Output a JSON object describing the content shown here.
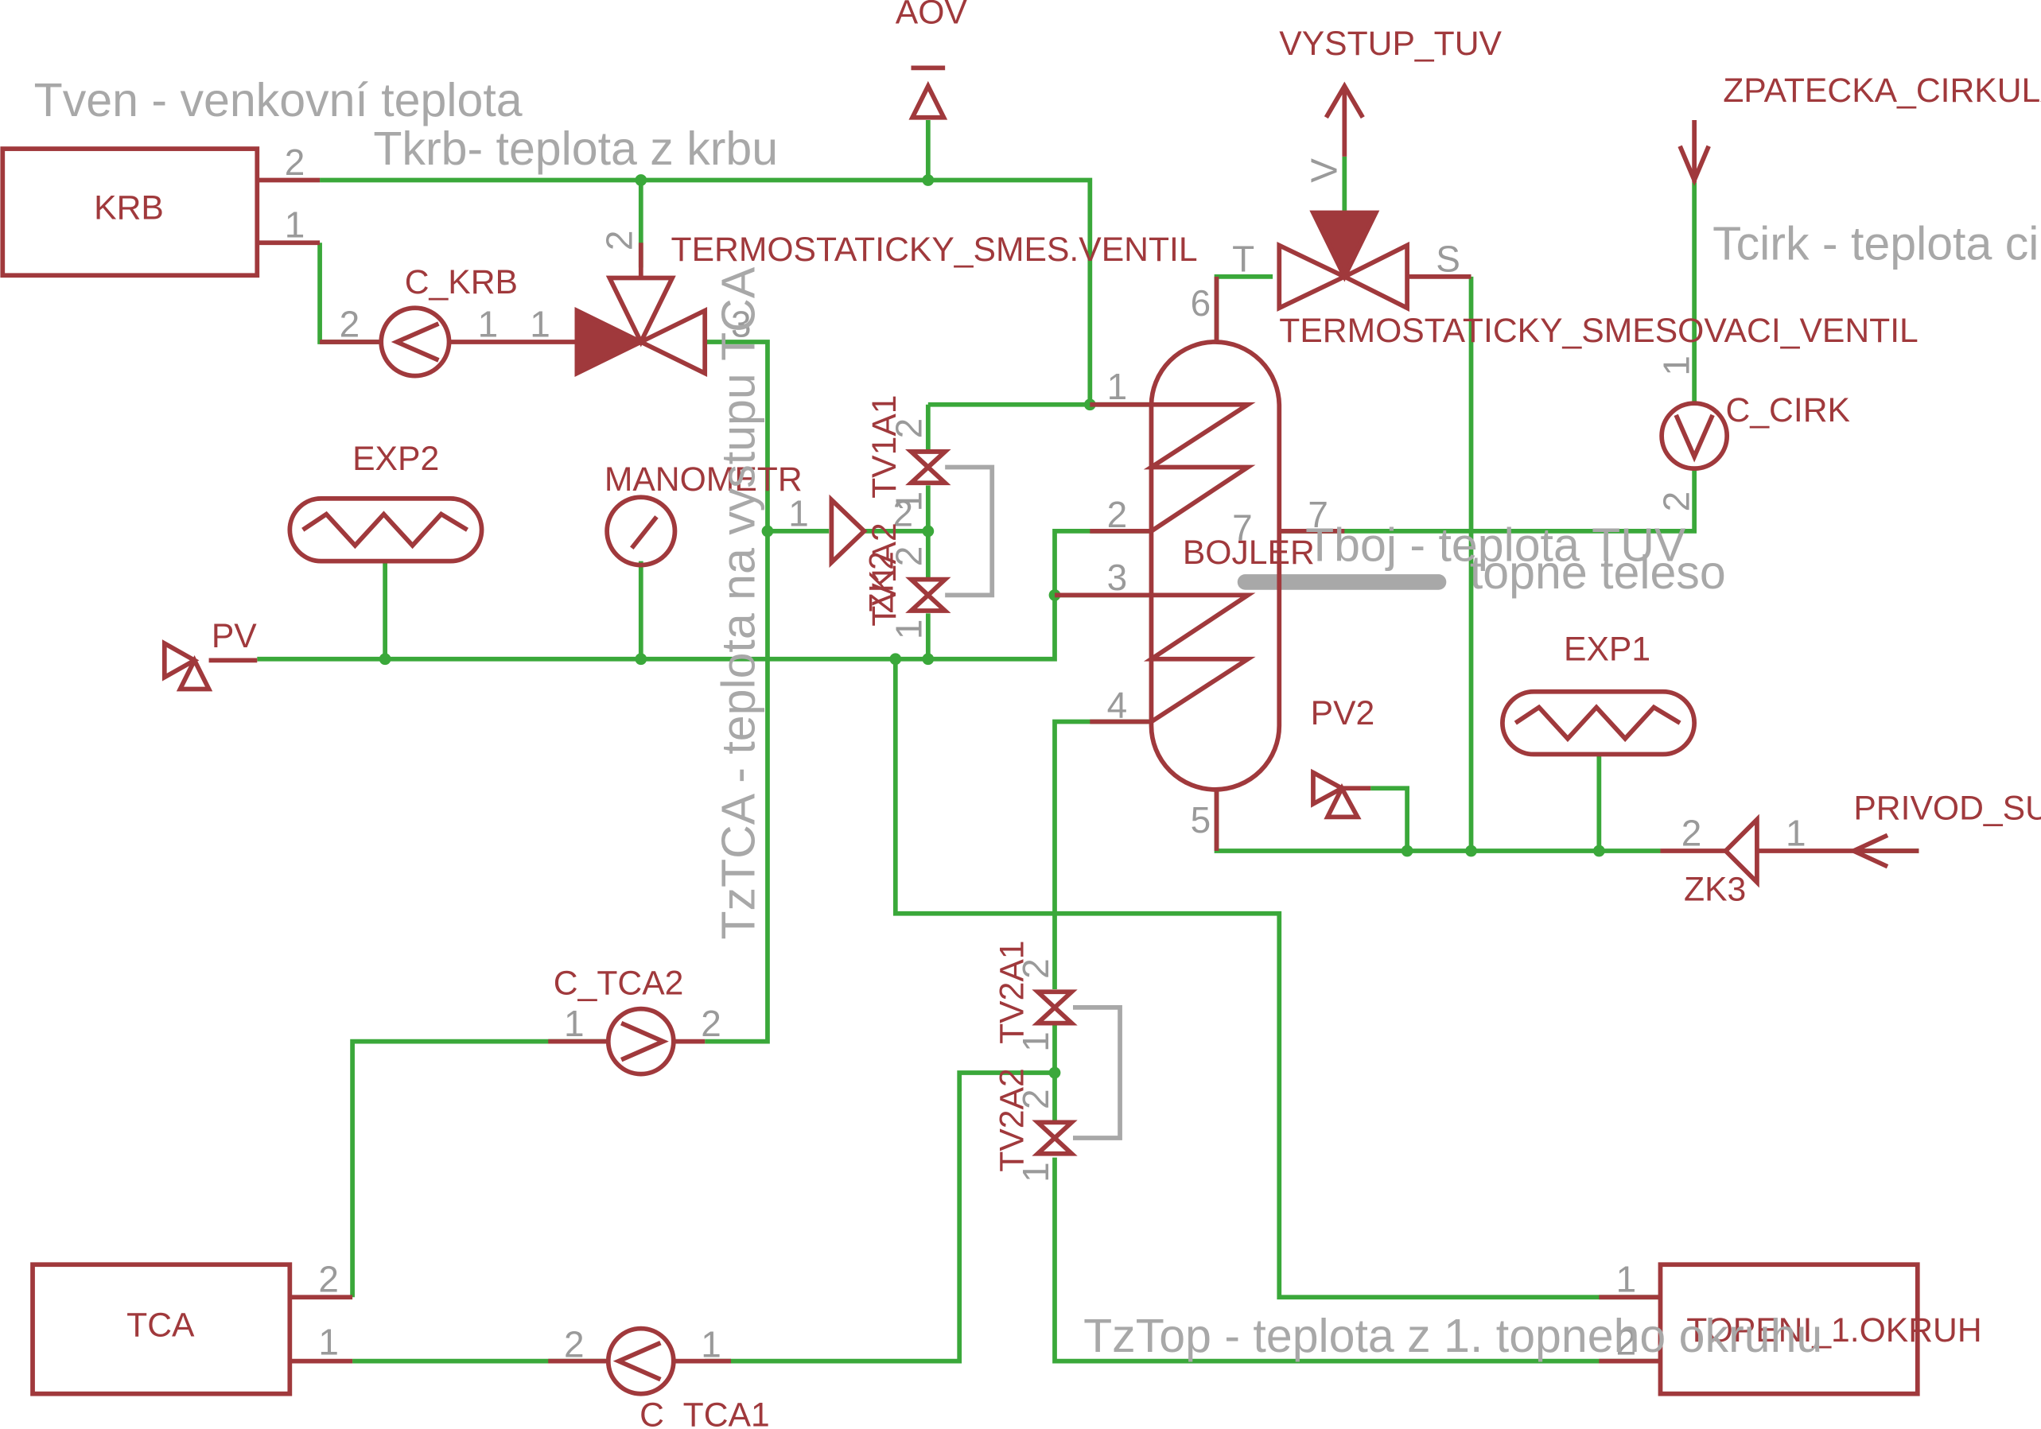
{
  "notes": {
    "tven": "Tven - venkovní teplota",
    "tkrb": "Tkrb- teplota z krbu",
    "tcirk": "Tcirk - teplota cirkulace",
    "tboj": "Tboj - teplota TUV",
    "topne_teleso": "topne teleso",
    "tztca": "TzTCA - teplota na vystupu TCA",
    "tztop": "TzTop - teplota z 1. topneho okruhu"
  },
  "parts": {
    "krb": "KRB",
    "tca": "TCA",
    "topeni": "TOPENI_1.OKRUH",
    "bojler": "BOJLER",
    "c_krb": "C_KRB",
    "c_tca2": "C_TCA2",
    "c_tca1": "C_TCA1",
    "c_cirk": "C_CIRK",
    "exp2": "EXP2",
    "exp1": "EXP1",
    "manometr": "MANOMETR",
    "pv": "PV",
    "pv2": "PV2",
    "aov": "AOV",
    "vystup_tuv": "VYSTUP_TUV",
    "zpatecka": "ZPATECKA_CIRKULACE",
    "privod_suv": "PRIVOD_SUV",
    "zk3": "ZK3",
    "zk2": "ZK2",
    "termo1": "TERMOSTATICKY_SMES.VENTIL",
    "termo2": "TERMOSTATICKY_SMESOVACI_VENTIL",
    "tv1a1": "TV1A1",
    "tv1a2": "TV1A2",
    "tv2a1": "TV2A1",
    "tv2a2": "TV2A2",
    "v_mark": "V",
    "t_mark": "T",
    "s_mark": "S"
  },
  "pins": {
    "one": "1",
    "two": "2",
    "three": "3",
    "four": "4",
    "five": "5",
    "six": "6",
    "seven": "7"
  }
}
